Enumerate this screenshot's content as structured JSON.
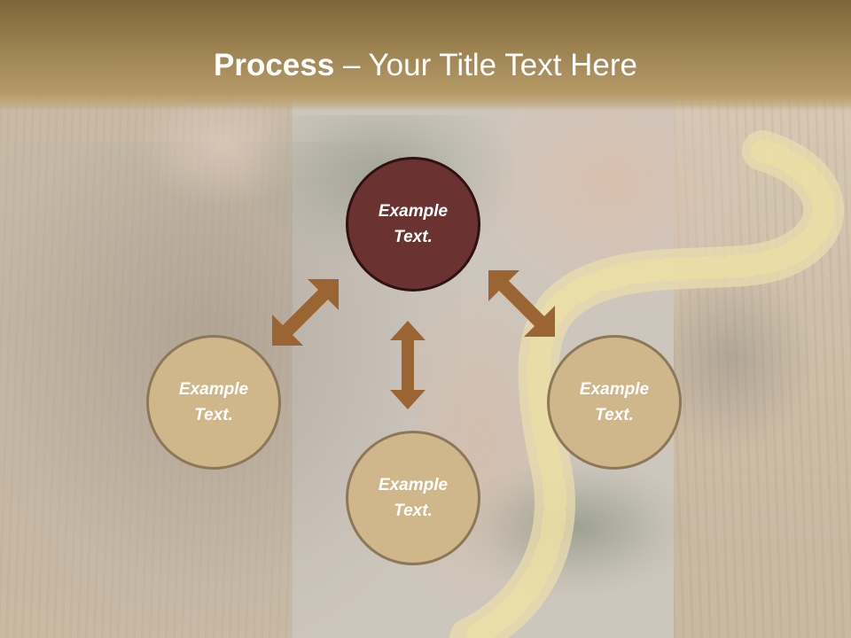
{
  "slide": {
    "title": {
      "bold": "Process",
      "rest": " – Your Title Text Here"
    },
    "colors": {
      "header_top": "#7e6439",
      "header_bottom": "#b69b68",
      "primary_node_fill": "#6b3232",
      "primary_node_border": "#2e1212",
      "secondary_node_fill": "#cfb68b",
      "secondary_node_border": "#8c7859",
      "arrow": "#9a6532",
      "node_text": "#ffffff"
    },
    "nodes": [
      {
        "id": "top",
        "label": "Example Text.",
        "style": "primary"
      },
      {
        "id": "left",
        "label": "Example Text.",
        "style": "secondary"
      },
      {
        "id": "right",
        "label": "Example Text.",
        "style": "secondary"
      },
      {
        "id": "bottom",
        "label": "Example Text.",
        "style": "secondary"
      }
    ],
    "arrows": [
      {
        "id": "top-left",
        "direction": "bidirectional-diagonal",
        "connects": [
          "top",
          "left"
        ]
      },
      {
        "id": "top-bottom",
        "direction": "bidirectional-vertical",
        "connects": [
          "top",
          "bottom"
        ]
      },
      {
        "id": "top-right",
        "direction": "bidirectional-diagonal",
        "connects": [
          "top",
          "right"
        ]
      }
    ]
  }
}
